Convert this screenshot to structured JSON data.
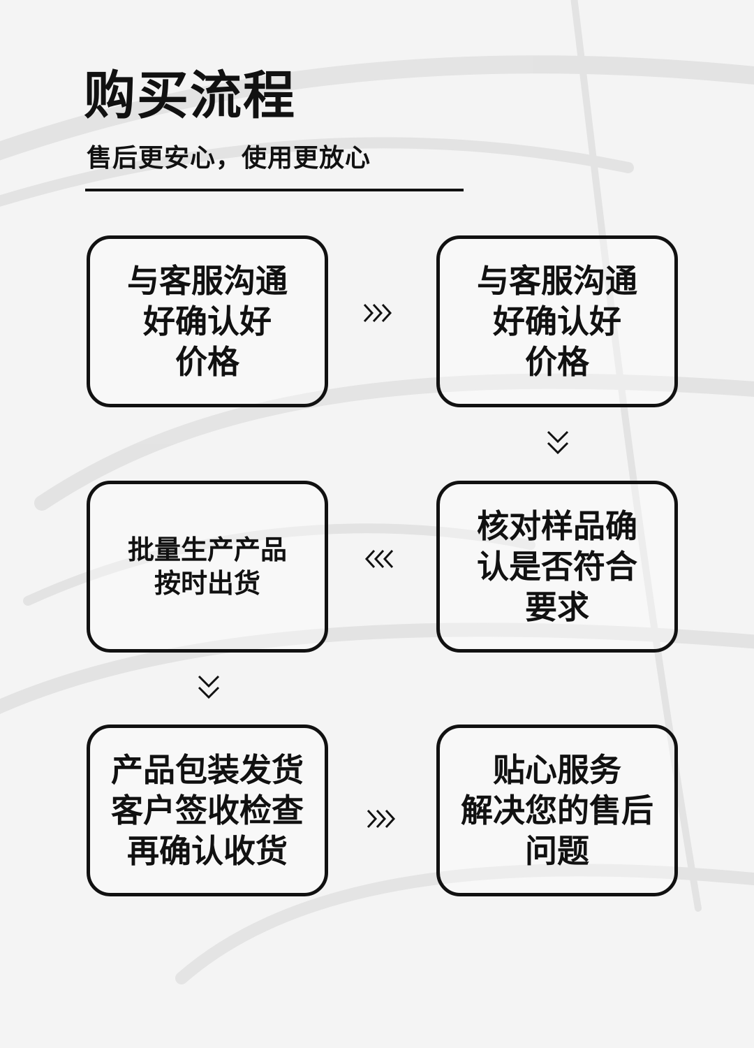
{
  "header": {
    "title": "购买流程",
    "subtitle": "售后更安心，使用更放心"
  },
  "steps": [
    {
      "text": "与客服沟通\n好确认好\n价格"
    },
    {
      "text": "与客服沟通\n好确认好\n价格"
    },
    {
      "text": "批量生产产品\n按时出货"
    },
    {
      "text": "核对样品确\n认是否符合\n要求"
    },
    {
      "text": "产品包装发货\n客户签收检查\n再确认收货"
    },
    {
      "text": "贴心服务\n解决您的售后\n问题"
    }
  ],
  "arrows": [
    {
      "from_step": 1,
      "to_step": 2,
      "direction": "right"
    },
    {
      "from_step": 2,
      "to_step": 4,
      "direction": "down"
    },
    {
      "from_step": 4,
      "to_step": 3,
      "direction": "left"
    },
    {
      "from_step": 3,
      "to_step": 5,
      "direction": "down"
    },
    {
      "from_step": 5,
      "to_step": 6,
      "direction": "right"
    }
  ],
  "colors": {
    "ink": "#111111",
    "background": "#f4f4f4",
    "leaf_shadow": "#9a9a9a"
  }
}
